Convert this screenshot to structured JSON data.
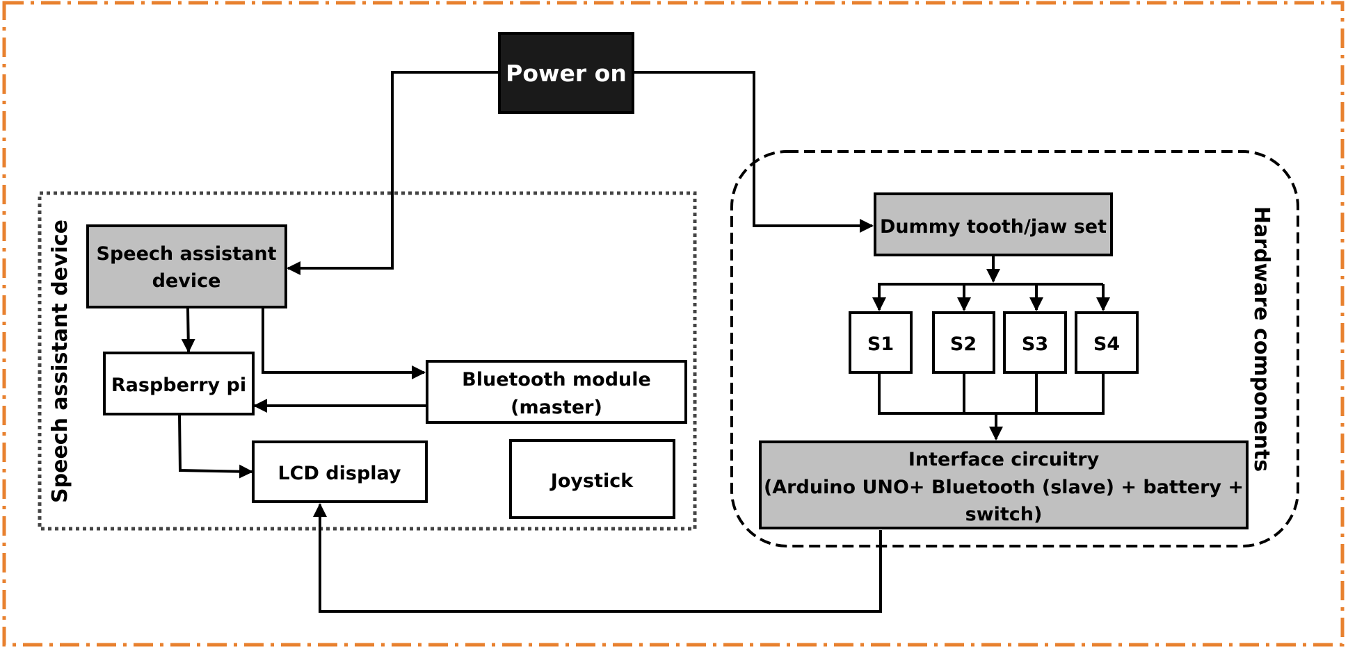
{
  "diagram": {
    "colors": {
      "frame": "#e8812f",
      "gray_fill": "#c0c0c0",
      "dark_fill": "#1a1a1a",
      "line": "#000000"
    },
    "nodes": {
      "power_on": "Power on",
      "speech_assistant": [
        "Speech assistant",
        "device"
      ],
      "raspberry_pi": "Raspberry pi",
      "bluetooth_master": [
        "Bluetooth module",
        "(master)"
      ],
      "lcd_display": "LCD display",
      "joystick": "Joystick",
      "dummy_tooth": "Dummy tooth/jaw set",
      "sensors": [
        "S1",
        "S2",
        "S3",
        "S4"
      ],
      "interface": [
        "Interface circuitry",
        "(Arduino UNO+ Bluetooth (slave) + battery +",
        "switch)"
      ]
    },
    "groups": {
      "speech_group": "Speech assistant device",
      "hardware_group": "Hardware components"
    }
  }
}
